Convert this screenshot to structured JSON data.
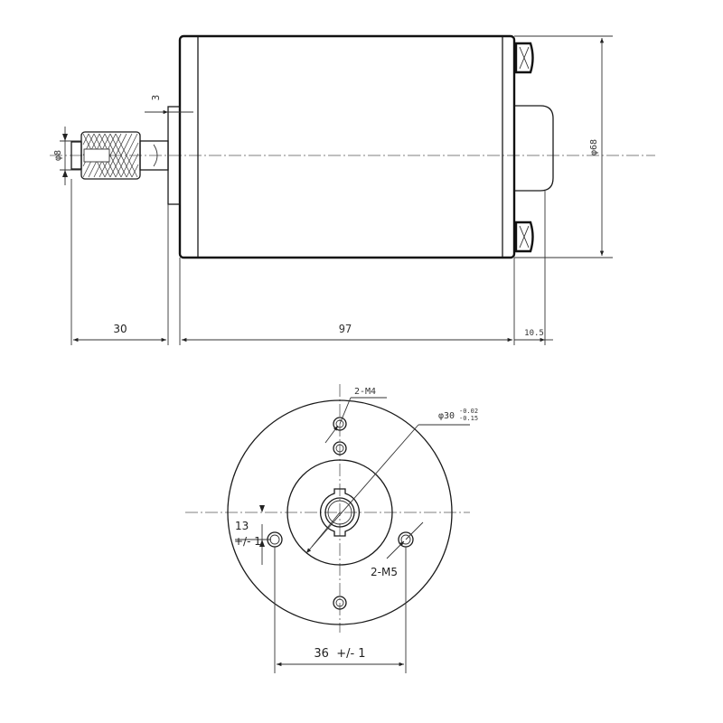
{
  "side_view": {
    "shaft_diameter": "φ8",
    "flange_thickness": "3",
    "body_diameter": "φ68",
    "shaft_length": "30",
    "body_length": "97",
    "rear_length": "10.5"
  },
  "front_view": {
    "hole_top_label": "2-M4",
    "pilot_diameter": "φ30",
    "pilot_tol_upper": "-0.02",
    "pilot_tol_lower": "-0.15",
    "hole_offset_line1": "13",
    "hole_offset_line2": "+/- 1",
    "hole_side_label": "2-M5",
    "hole_spacing": "36  +/- 1"
  }
}
